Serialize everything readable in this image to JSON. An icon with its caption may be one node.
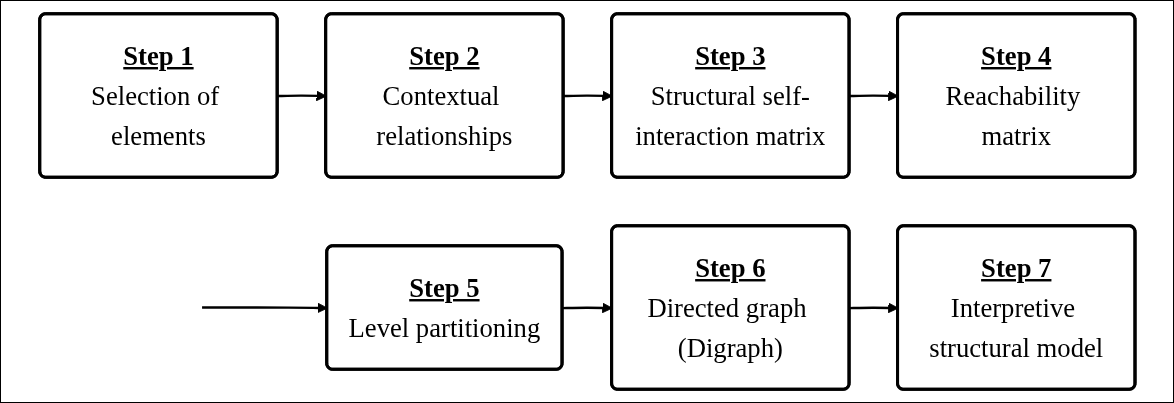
{
  "diagram": {
    "nodes": [
      {
        "text": [
          "Step 1",
          "Selection of elements"
        ]
      },
      {
        "text": [
          "Step 2",
          "Contextual relationships"
        ]
      },
      {
        "text": [
          "Step 3",
          "Structural self-interaction matrix"
        ]
      },
      {
        "text": [
          "Step 4",
          "Reachability matrix"
        ]
      },
      {
        "text": [
          "Step 5",
          "Level partitioning"
        ]
      },
      {
        "text": [
          "Step 6",
          "Directed graph (Digraph)"
        ]
      },
      {
        "text": [
          "Step 7",
          "Interpretive structural model"
        ]
      }
    ],
    "edges": [
      {
        "from": 0,
        "to": 1,
        "arrow": "to"
      },
      {
        "from": 1,
        "to": 2,
        "arrow": "to"
      },
      {
        "from": 2,
        "to": 3,
        "arrow": "to"
      },
      {
        "from": null,
        "to": 4,
        "arrow": "to"
      },
      {
        "from": 4,
        "to": 5,
        "arrow": "to"
      },
      {
        "from": 5,
        "to": 6,
        "arrow": "to"
      }
    ]
  }
}
